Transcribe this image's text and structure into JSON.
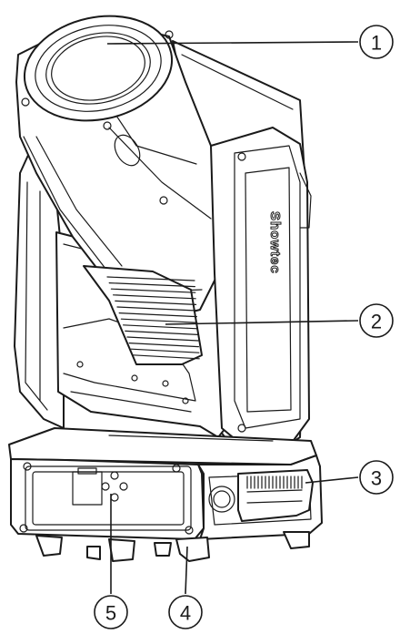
{
  "callouts": [
    {
      "label": "1"
    },
    {
      "label": "2"
    },
    {
      "label": "3"
    },
    {
      "label": "4"
    },
    {
      "label": "5"
    }
  ],
  "brand_text": "Showtec",
  "colors": {
    "line": "#1a1a1a",
    "background": "#ffffff"
  }
}
